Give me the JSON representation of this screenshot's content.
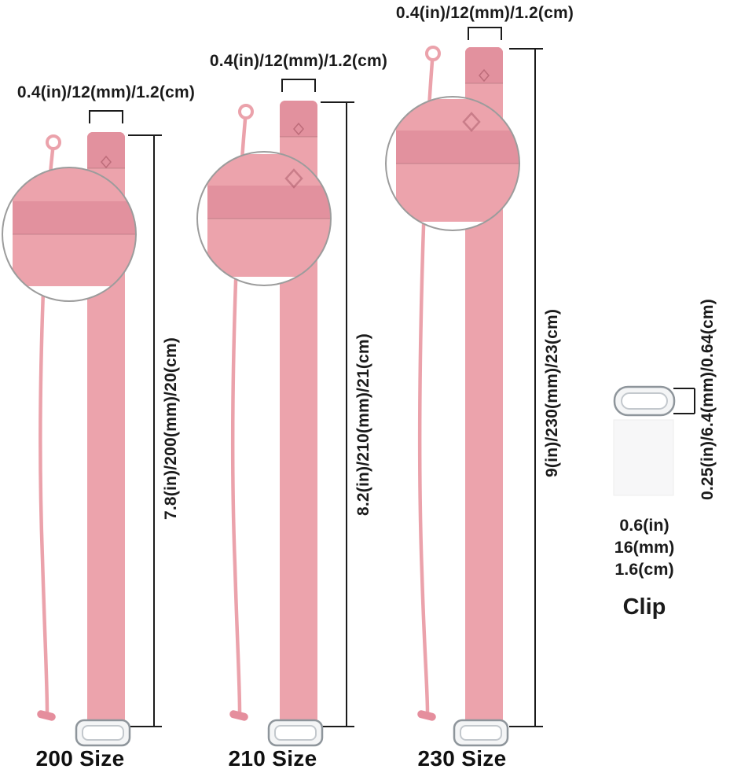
{
  "straps": [
    {
      "size_label": "200 Size",
      "width_label": "0.4(in)/12(mm)/1.2(cm)",
      "length_label": "7.8(in)/200(mm)/20(cm)"
    },
    {
      "size_label": "210 Size",
      "width_label": "0.4(in)/12(mm)/1.2(cm)",
      "length_label": "8.2(in)/210(mm)/21(cm)"
    },
    {
      "size_label": "230 Size",
      "width_label": "0.4(in)/12(mm)/1.2(cm)",
      "length_label": "9(in)/230(mm)/23(cm)"
    }
  ],
  "clip": {
    "label": "Clip",
    "height_label": "0.25(in)/6.4(mm)/0.64(cm)",
    "width_lines": [
      "0.6(in)",
      "16(mm)",
      "1.6(cm)"
    ]
  },
  "colors": {
    "strap_pink": "#ECA3AC",
    "strap_pink_dark": "#E2919E",
    "cord_pink": "#EBA2AB",
    "pin_pink": "#E58E9D",
    "ink": "#1B1B1B",
    "circle_border": "#9C9C9C",
    "metal": "#8E959B"
  }
}
